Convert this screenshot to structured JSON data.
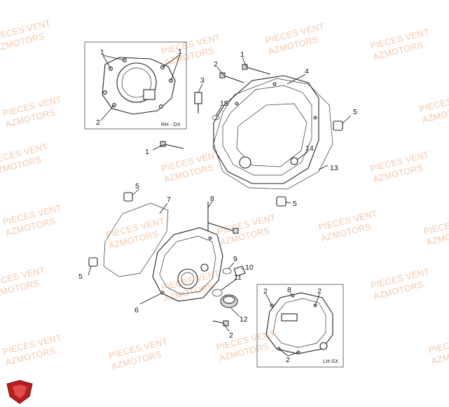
{
  "watermark": {
    "line1": "PIECES VENT",
    "line2": "AZMOTORS"
  },
  "insets": {
    "right_cover": "RH - DX",
    "left_cover": "LH-SX"
  },
  "callouts": {
    "rh_1a": "1",
    "rh_1b": "1",
    "rh_2": "2",
    "p1_top": "1",
    "p2_top": "2",
    "p3": "3",
    "p4": "4",
    "p15": "15",
    "p5_right": "5",
    "p1_left": "1",
    "p14": "14",
    "p13": "13",
    "p5_lower": "5",
    "p5_left_top": "5",
    "p7": "7",
    "p8": "8",
    "p9": "9",
    "p10": "10",
    "p11": "11",
    "p5_left_bottom": "5",
    "p6": "6",
    "p12": "12",
    "p2_bottom": "2",
    "lh_2a": "2",
    "lh_8": "8",
    "lh_2b": "2",
    "lh_2c": "2"
  },
  "colors": {
    "watermark": "#f4c7a8",
    "line": "#222222",
    "logo": "#b81d1d"
  },
  "icons": {
    "brand_logo": "shield-logo-icon"
  }
}
